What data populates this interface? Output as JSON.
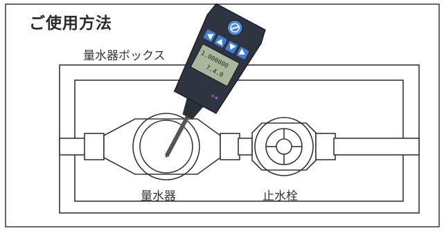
{
  "page": {
    "title": "ご使用方法"
  },
  "labels": {
    "meter_box": "量水器ボックス",
    "water_meter": "量水器",
    "stopcock": "止水栓"
  },
  "device": {
    "screen_line1": "1.000000",
    "screen_line2": "7.4.0",
    "buttons": [
      "left",
      "up",
      "down",
      "right"
    ],
    "logo_icon": "circle-slash-icon"
  },
  "colors": {
    "line": "#333333",
    "device_body": "#2e3440",
    "device_button": "#3f7fd6",
    "device_screen": "#a9b89d"
  }
}
